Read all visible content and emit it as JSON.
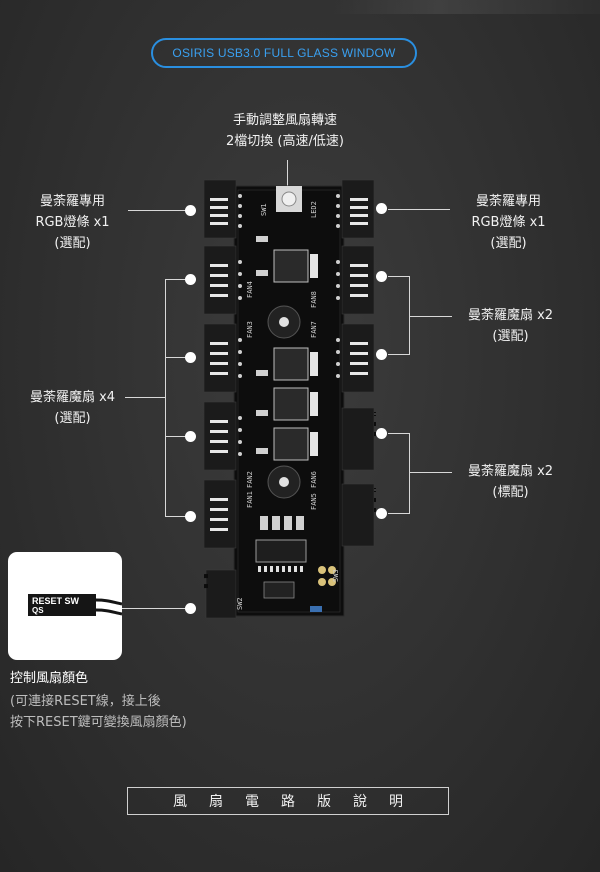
{
  "header": {
    "title": "OSIRIS USB3.0 FULL GLASS WINDOW"
  },
  "annotations": {
    "top_center": [
      "手動調整風扇轉速",
      "2檔切換 (高速/低速)"
    ],
    "left_rgb": [
      "曼荼羅專用",
      "RGB燈條 x1",
      "(選配)"
    ],
    "right_rgb": [
      "曼荼羅專用",
      "RGB燈條 x1",
      "(選配)"
    ],
    "left_fans": [
      "曼荼羅魔扇 x4",
      "(選配)"
    ],
    "right_fans_optional": [
      "曼荼羅魔扇 x2",
      "(選配)"
    ],
    "right_fans_standard": [
      "曼荼羅魔扇 x2",
      "(標配)"
    ]
  },
  "reset_control": {
    "cable_label_1": "RESET SW",
    "cable_label_2": "QS",
    "title": "控制風扇顏色",
    "note_1": "(可連接RESET線，接上後",
    "note_2": "按下RESET鍵可變換風扇顏色)"
  },
  "board_silkscreen": {
    "fan1": "FAN1",
    "fan2": "FAN2",
    "fan3": "FAN3",
    "fan4": "FAN4",
    "fan5": "FAN5",
    "fan6": "FAN6",
    "fan7": "FAN7",
    "fan8": "FAN8",
    "sw1": "SW1",
    "sw2": "SW2",
    "sw3": "SW3",
    "led2": "LED2"
  },
  "footer": {
    "title": "風扇電路版說明"
  },
  "colors": {
    "accent": "#2a8fe0",
    "board": "#0f0f0f",
    "connector": "#1b1b1b"
  }
}
